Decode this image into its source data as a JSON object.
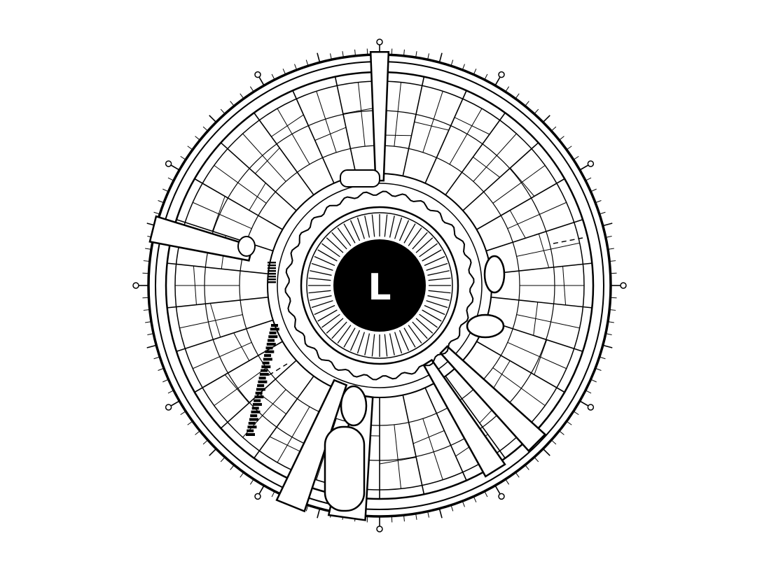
{
  "center_label": "L",
  "colors": {
    "ink": "#000000",
    "paper": "#ffffff"
  },
  "icons": {
    "center_disc": "black-circle-with-letter",
    "outer_scale": "tick-mark-ring",
    "markers": "small-circle-markers"
  }
}
